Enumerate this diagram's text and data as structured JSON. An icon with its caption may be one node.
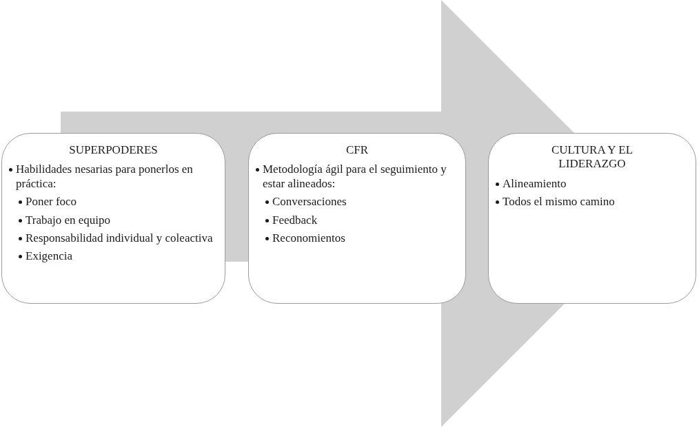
{
  "diagram": {
    "nodes": [
      {
        "text": [
          "SUPERPODERES",
          "Habilidades nesarias para ponerlos en práctica:",
          "Poner foco",
          "Trabajo en equipo",
          "Responsabilidad individual y coleactiva",
          "Exigencia"
        ]
      },
      {
        "text": [
          "CFR",
          "Metodología ágil para el seguimiento y estar alineados:",
          "Conversaciones",
          "Feedback",
          "Reconomientos"
        ]
      },
      {
        "text": [
          "CULTURA Y EL LIDERAZGO",
          "Alineamiento",
          "Todos el mismo camino"
        ]
      }
    ],
    "edges": [
      {
        "from": 0,
        "to": 2,
        "arrow": "to"
      }
    ]
  }
}
